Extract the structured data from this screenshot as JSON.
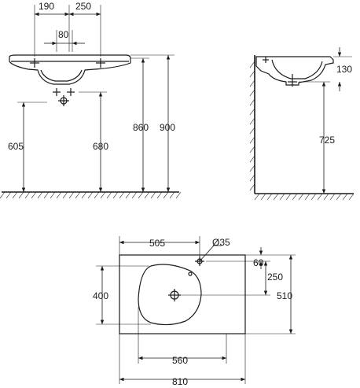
{
  "front_view": {
    "dim_left_tap": "190",
    "dim_right_tap": "250",
    "dim_tap_spacing": "80",
    "dim_supply_left": "605",
    "dim_supply_right": "680",
    "dim_rim_height": "860",
    "dim_total_height": "900"
  },
  "side_view": {
    "dim_depth": "130",
    "dim_outlet_height": "725"
  },
  "top_view": {
    "dim_tap_offset": "505",
    "dim_tap_hole": "Ø35",
    "dim_tap_from_back": "60",
    "dim_drain_from_back": "250",
    "dim_bowl_depth": "400",
    "dim_overall_depth": "510",
    "dim_bowl_width": "560",
    "dim_overall_width": "810"
  }
}
